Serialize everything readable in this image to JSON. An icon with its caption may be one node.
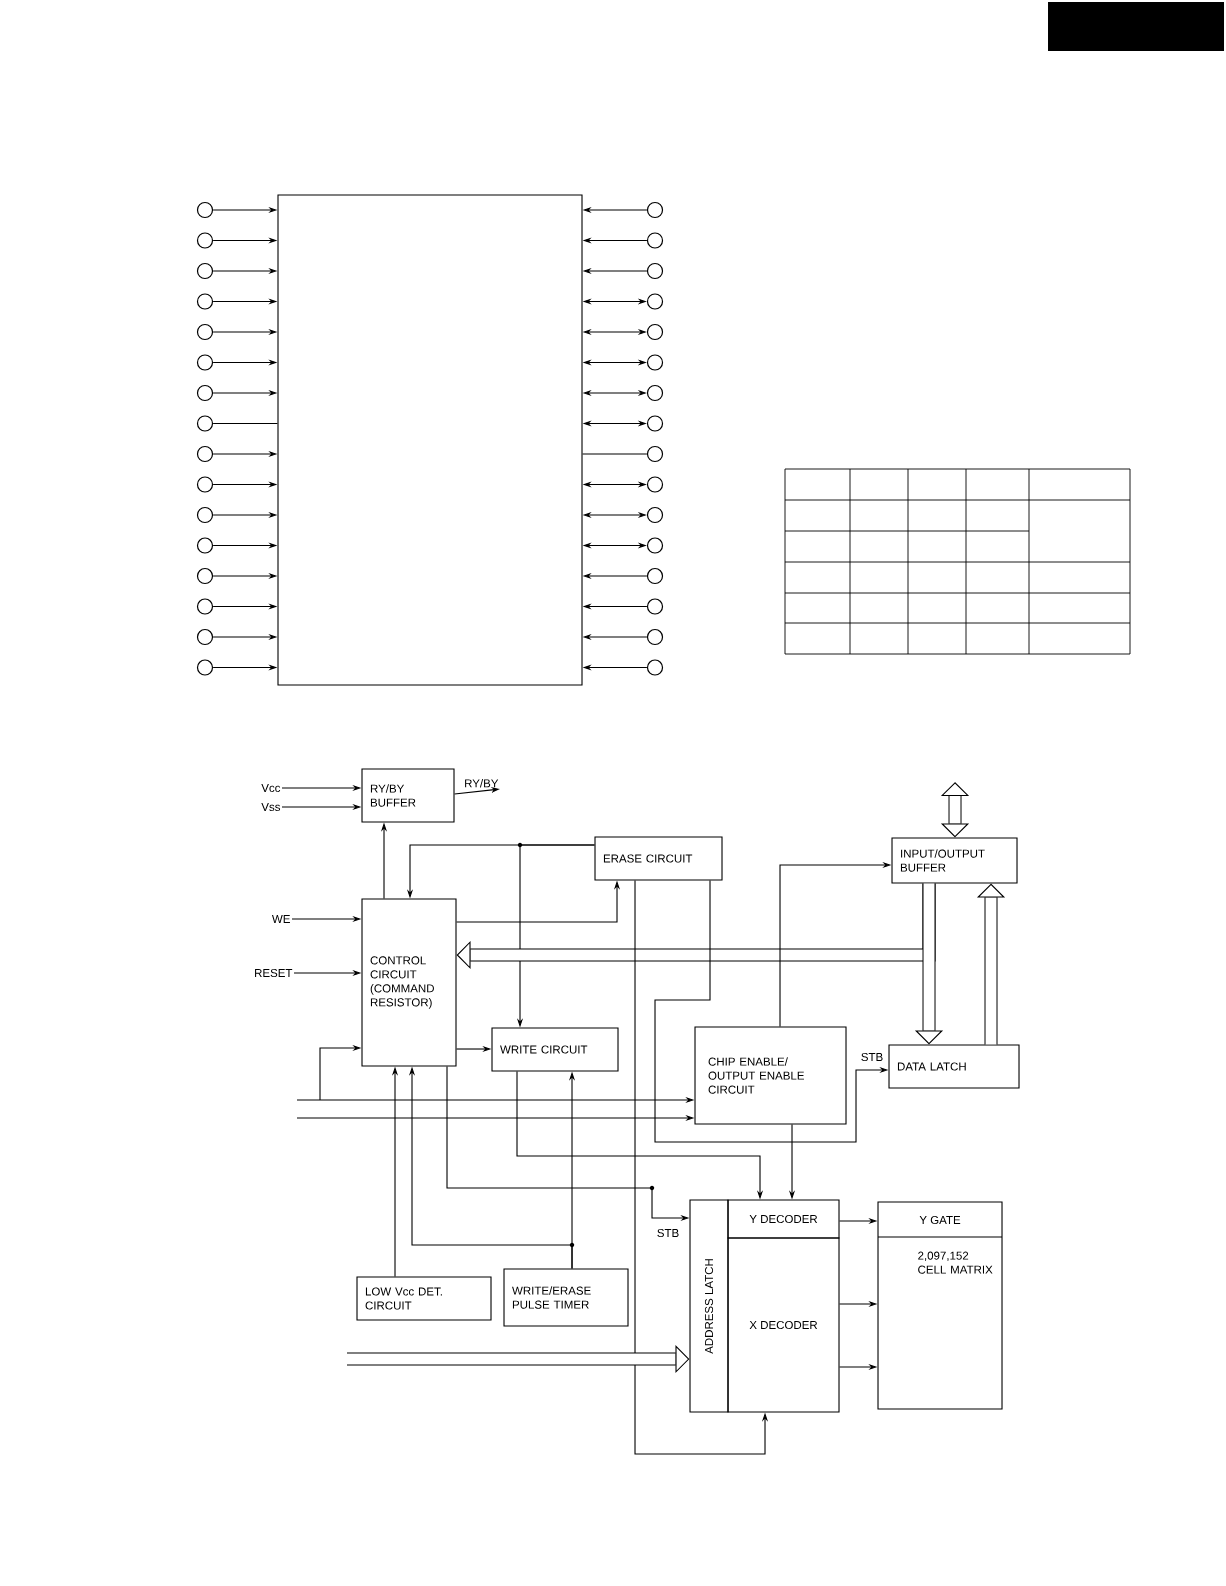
{
  "diagram": {
    "nodes": [
      {
        "text": [],
        "shape": "box"
      },
      {
        "text": [],
        "shape": "circle"
      },
      {
        "text": [],
        "shape": "circle"
      },
      {
        "text": [],
        "shape": "circle"
      },
      {
        "text": [],
        "shape": "circle"
      },
      {
        "text": [],
        "shape": "circle"
      },
      {
        "text": [],
        "shape": "circle"
      },
      {
        "text": [],
        "shape": "circle"
      },
      {
        "text": [],
        "shape": "circle"
      },
      {
        "text": [],
        "shape": "circle"
      },
      {
        "text": [],
        "shape": "circle"
      },
      {
        "text": [],
        "shape": "circle"
      },
      {
        "text": [],
        "shape": "circle"
      },
      {
        "text": [],
        "shape": "circle"
      },
      {
        "text": [],
        "shape": "circle"
      },
      {
        "text": [],
        "shape": "circle"
      },
      {
        "text": [],
        "shape": "circle"
      },
      {
        "text": [],
        "shape": "circle"
      },
      {
        "text": [],
        "shape": "circle"
      },
      {
        "text": [],
        "shape": "circle"
      },
      {
        "text": [],
        "shape": "circle"
      },
      {
        "text": [],
        "shape": "circle"
      },
      {
        "text": [],
        "shape": "circle"
      },
      {
        "text": [],
        "shape": "circle"
      },
      {
        "text": [],
        "shape": "circle"
      },
      {
        "text": [],
        "shape": "circle"
      },
      {
        "text": [],
        "shape": "circle"
      },
      {
        "text": [],
        "shape": "circle"
      },
      {
        "text": [],
        "shape": "circle"
      },
      {
        "text": [],
        "shape": "circle"
      },
      {
        "text": [],
        "shape": "circle"
      },
      {
        "text": [],
        "shape": "circle"
      },
      {
        "text": [],
        "shape": "circle"
      },
      {
        "text": [
          "Vcc"
        ]
      },
      {
        "text": [
          "Vss"
        ]
      },
      {
        "text": [
          "RY/BY BUFFER"
        ]
      },
      {
        "text": [
          "RY/BY"
        ]
      },
      {
        "text": [
          "ERASE CIRCUIT"
        ]
      },
      {
        "text": [
          "INPUT/OUTPUT BUFFER"
        ]
      },
      {
        "text": [
          "WE"
        ]
      },
      {
        "text": [
          "CONTROL CIRCUIT (COMMAND RESISTOR)"
        ]
      },
      {
        "text": [
          "RESET"
        ]
      },
      {
        "text": [
          "WRITE CIRCUIT"
        ]
      },
      {
        "text": [
          "CHIP ENABLE/ OUTPUT ENABLE CIRCUIT"
        ]
      },
      {
        "text": [
          "DATA LATCH"
        ]
      },
      {
        "text": [
          "ADDRESS LATCH"
        ]
      },
      {
        "text": [
          "Y DECODER"
        ]
      },
      {
        "text": [
          "X DECODER"
        ]
      },
      {
        "text": [
          "Y GATE",
          "2,097,152 CELL MATRIX"
        ]
      },
      {
        "text": [
          "LOW Vcc DET. CIRCUIT"
        ]
      },
      {
        "text": [
          "WRITE/ERASE PULSE TIMER"
        ]
      }
    ],
    "edges": [
      {
        "from": 1,
        "to": 0,
        "arrow": "to"
      },
      {
        "from": 2,
        "to": 0,
        "arrow": "to"
      },
      {
        "from": 3,
        "to": 0,
        "arrow": "to"
      },
      {
        "from": 4,
        "to": 0,
        "arrow": "to"
      },
      {
        "from": 5,
        "to": 0,
        "arrow": "to"
      },
      {
        "from": 6,
        "to": 0,
        "arrow": "to"
      },
      {
        "from": 7,
        "to": 0,
        "arrow": "to"
      },
      {
        "from": 8,
        "to": 0,
        "arrow": "none"
      },
      {
        "from": 9,
        "to": 0,
        "arrow": "to"
      },
      {
        "from": 10,
        "to": 0,
        "arrow": "to"
      },
      {
        "from": 11,
        "to": 0,
        "arrow": "to"
      },
      {
        "from": 12,
        "to": 0,
        "arrow": "to"
      },
      {
        "from": 13,
        "to": 0,
        "arrow": "to"
      },
      {
        "from": 14,
        "to": 0,
        "arrow": "to"
      },
      {
        "from": 15,
        "to": 0,
        "arrow": "to"
      },
      {
        "from": 16,
        "to": 0,
        "arrow": "to"
      },
      {
        "from": 17,
        "to": 0,
        "arrow": "to"
      },
      {
        "from": 18,
        "to": 0,
        "arrow": "to"
      },
      {
        "from": 19,
        "to": 0,
        "arrow": "to"
      },
      {
        "from": 20,
        "to": 0,
        "arrow": "both"
      },
      {
        "from": 21,
        "to": 0,
        "arrow": "both"
      },
      {
        "from": 22,
        "to": 0,
        "arrow": "both"
      },
      {
        "from": 23,
        "to": 0,
        "arrow": "both"
      },
      {
        "from": 24,
        "to": 0,
        "arrow": "both"
      },
      {
        "from": 25,
        "to": 0,
        "arrow": "none"
      },
      {
        "from": 26,
        "to": 0,
        "arrow": "both"
      },
      {
        "from": 27,
        "to": 0,
        "arrow": "both"
      },
      {
        "from": 28,
        "to": 0,
        "arrow": "both"
      },
      {
        "from": 29,
        "to": 0,
        "arrow": "to"
      },
      {
        "from": 30,
        "to": 0,
        "arrow": "to"
      },
      {
        "from": 31,
        "to": 0,
        "arrow": "to"
      },
      {
        "from": 32,
        "to": 0,
        "arrow": "to"
      },
      {
        "from": 33,
        "to": 35,
        "arrow": "to"
      },
      {
        "from": 34,
        "to": 35,
        "arrow": "to"
      },
      {
        "from": 35,
        "to": 36,
        "arrow": "to"
      },
      {
        "from": 40,
        "to": 35,
        "arrow": "to"
      },
      {
        "from": 37,
        "to": 40,
        "arrow": "to"
      },
      {
        "from": 37,
        "to": 42,
        "arrow": "to"
      },
      {
        "from": 40,
        "to": 37,
        "arrow": "to"
      },
      {
        "from": 39,
        "to": 40,
        "arrow": "to"
      },
      {
        "from": 41,
        "to": 40,
        "arrow": "to"
      },
      {
        "from": 38,
        "to": 40,
        "arrow": "to",
        "style": "thick"
      },
      {
        "from": 38,
        "to": 44,
        "arrow": "to",
        "style": "thick"
      },
      {
        "from": 44,
        "to": 38,
        "arrow": "to",
        "style": "thick"
      },
      {
        "from": 40,
        "to": 42,
        "arrow": "to"
      },
      {
        "from": 43,
        "to": 38,
        "arrow": "to"
      },
      {
        "from": null,
        "to": 43,
        "arrow": "to"
      },
      {
        "from": null,
        "to": 40,
        "arrow": "to"
      },
      {
        "from": null,
        "to": 43,
        "arrow": "to"
      },
      {
        "from": 43,
        "to": 46,
        "arrow": "to"
      },
      {
        "from": 40,
        "to": 45,
        "arrow": "to",
        "label": "STB"
      },
      {
        "from": 37,
        "to": 44,
        "arrow": "to",
        "label": "STB"
      },
      {
        "from": 37,
        "to": 47,
        "arrow": "to"
      },
      {
        "from": 42,
        "to": 46,
        "arrow": "to"
      },
      {
        "from": 50,
        "to": 42,
        "arrow": "to"
      },
      {
        "from": 50,
        "to": 40,
        "arrow": "to"
      },
      {
        "from": 49,
        "to": 40,
        "arrow": "to"
      },
      {
        "from": 46,
        "to": 48,
        "arrow": "to"
      },
      {
        "from": 47,
        "to": 48,
        "arrow": "to"
      },
      {
        "from": 47,
        "to": 48,
        "arrow": "to"
      },
      {
        "from": null,
        "to": 45,
        "arrow": "to",
        "style": "thick"
      },
      {
        "from": null,
        "to": 38,
        "arrow": "both",
        "style": "thick"
      }
    ]
  }
}
